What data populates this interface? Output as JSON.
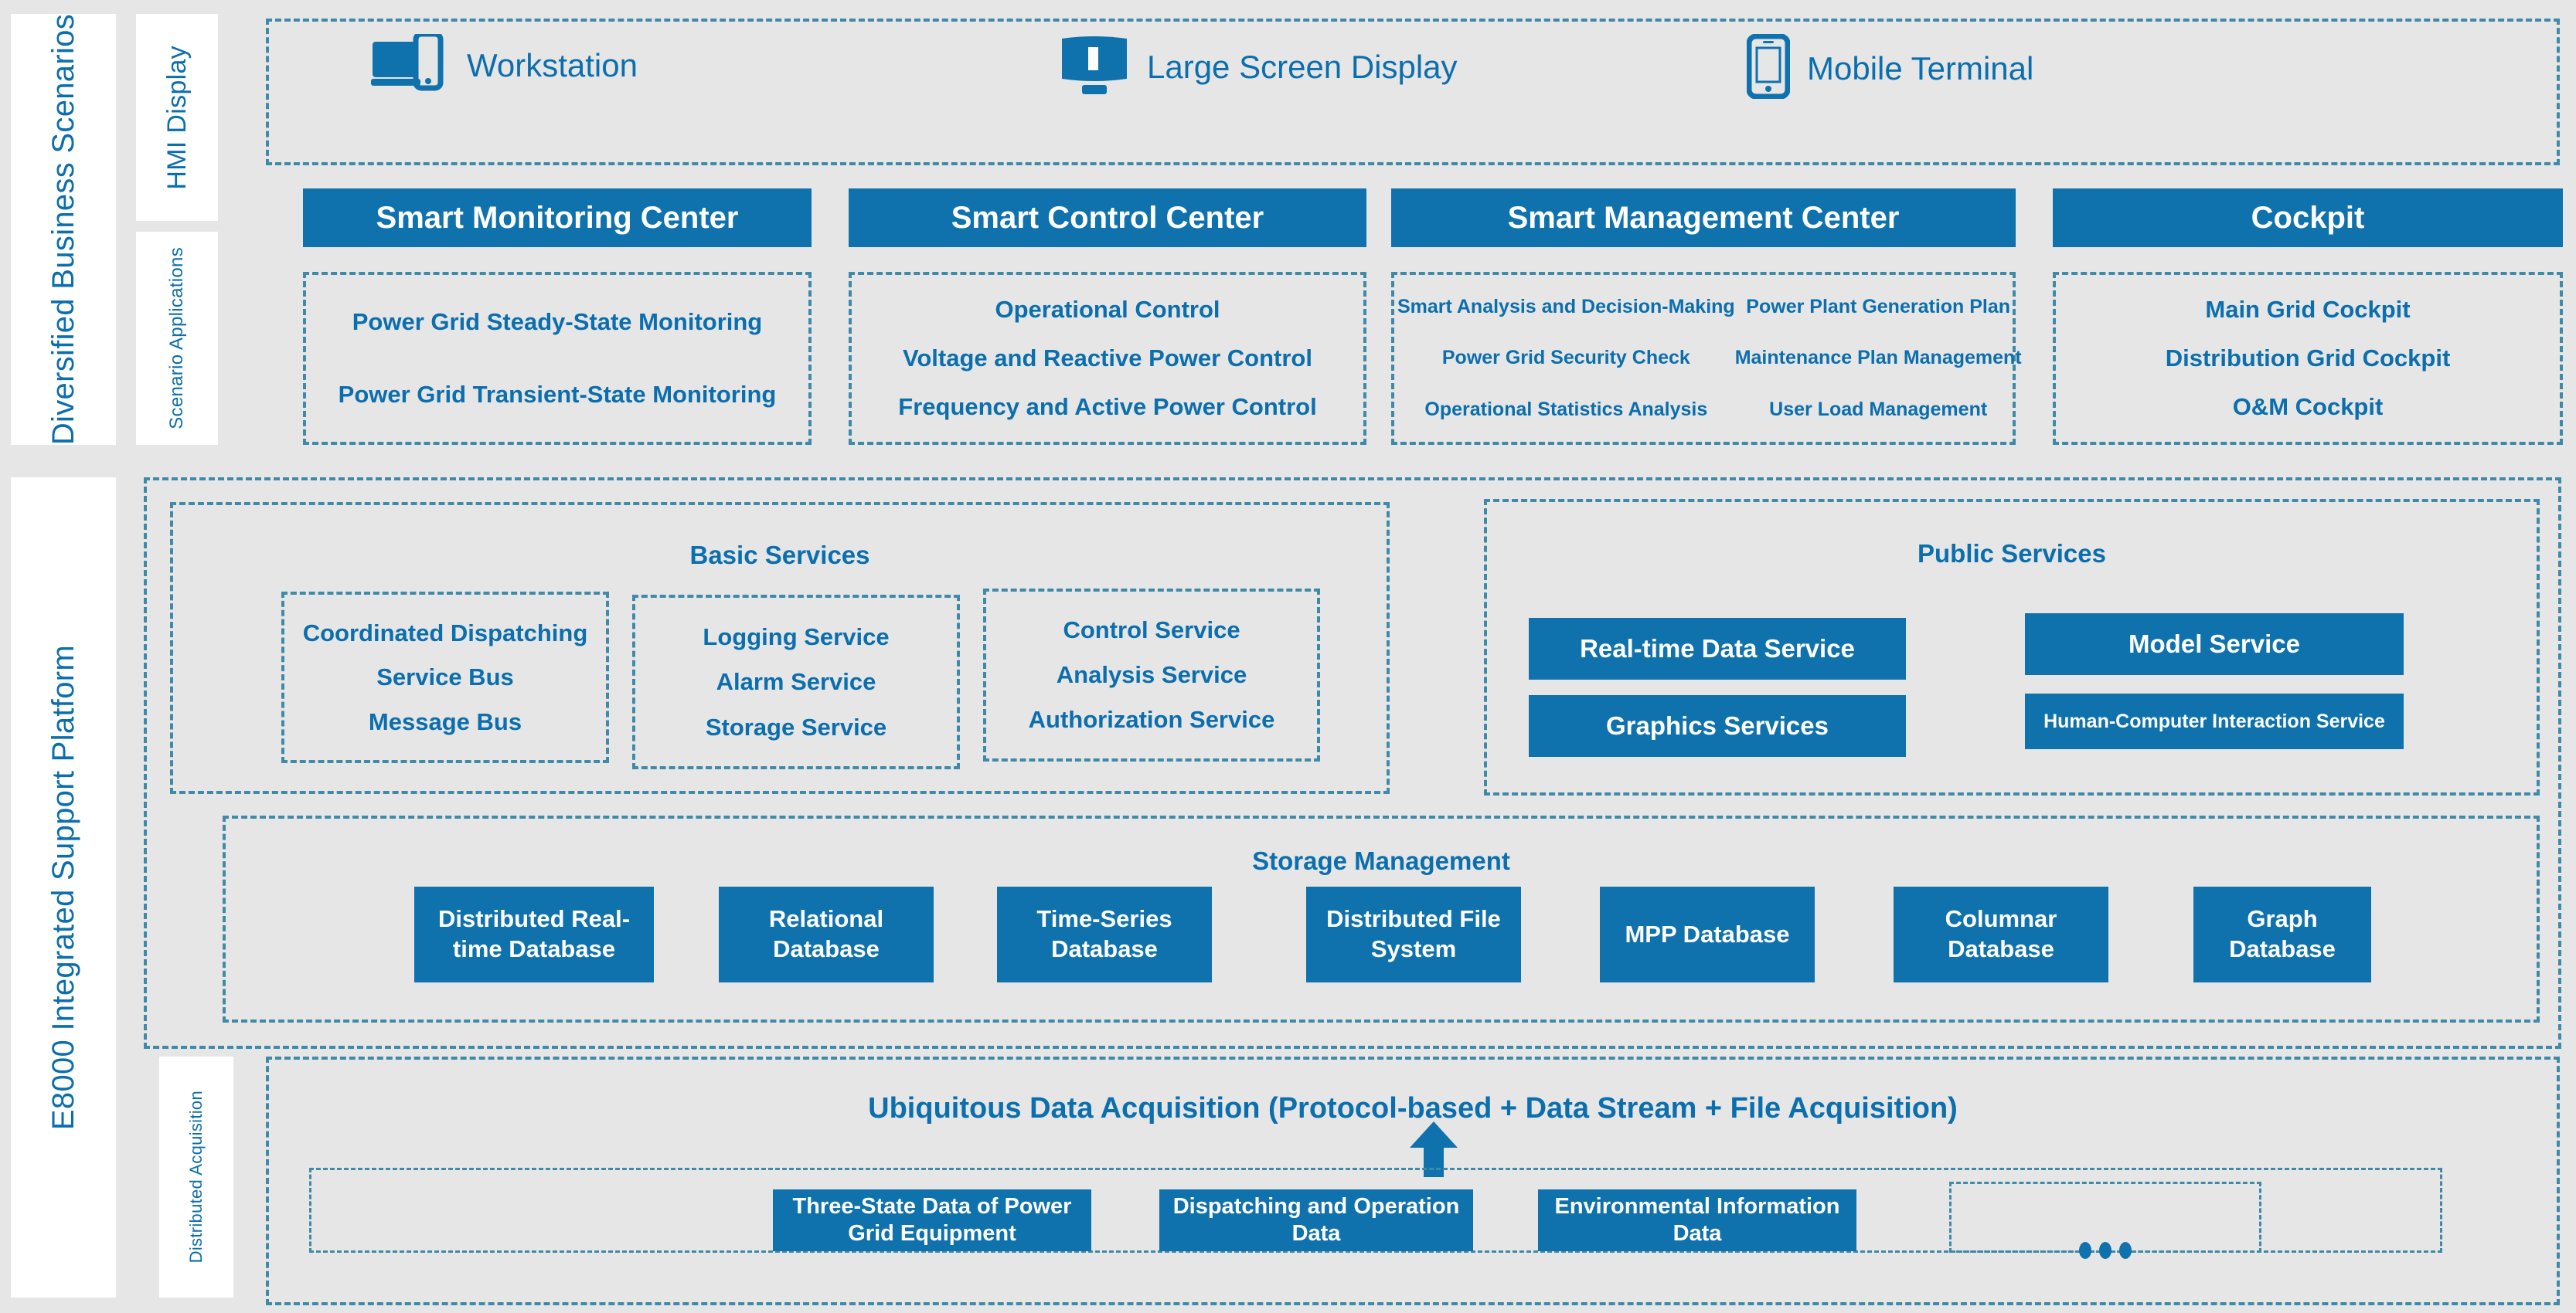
{
  "colors": {
    "brand_blue": "#0f72ad",
    "text_blue": "#0b6ead",
    "dash_border": "#3f8aa8",
    "panel_bg": "#e6e6e6",
    "chip_text": "#ffffff"
  },
  "rails": {
    "diversified_business_scenarios": "Diversified Business Scenarios",
    "e8000_platform": "E8000 Integrated Support Platform",
    "hmi_display": "HMI Display",
    "scenario_applications": "Scenario Applications",
    "distributed_acquisition": "Distributed Acquisition"
  },
  "hmi_devices": [
    {
      "icon": "workstation-icon",
      "label": "Workstation"
    },
    {
      "icon": "large-screen-display-icon",
      "label": "Large Screen Display"
    },
    {
      "icon": "mobile-terminal-icon",
      "label": "Mobile Terminal"
    }
  ],
  "scenario_columns": [
    {
      "title": "Smart Monitoring Center",
      "items": [
        "Power Grid Steady-State Monitoring",
        "Power Grid Transient-State Monitoring"
      ]
    },
    {
      "title": "Smart Control Center",
      "items": [
        "Operational Control",
        "Voltage and Reactive Power Control",
        "Frequency and Active Power Control"
      ]
    },
    {
      "title": "Smart Management Center",
      "items_left": [
        "Smart Analysis and Decision-Making",
        "Power Grid Security Check",
        "Operational Statistics Analysis"
      ],
      "items_right": [
        "Power Plant Generation Plan",
        "Maintenance Plan Management",
        "User Load Management"
      ]
    },
    {
      "title": "Cockpit",
      "items": [
        "Main Grid Cockpit",
        "Distribution Grid Cockpit",
        "O&M Cockpit"
      ]
    }
  ],
  "basic_services": {
    "title": "Basic Services",
    "groups": [
      {
        "items": [
          "Coordinated Dispatching",
          "Service Bus",
          "Message Bus"
        ]
      },
      {
        "items": [
          "Logging Service",
          "Alarm Service",
          "Storage Service"
        ]
      },
      {
        "items": [
          "Control Service",
          "Analysis Service",
          "Authorization Service"
        ]
      }
    ]
  },
  "public_services": {
    "title": "Public Services",
    "chips": [
      "Real-time Data Service",
      "Graphics Services",
      "Model Service",
      "Human-Computer Interaction Service"
    ]
  },
  "storage_management": {
    "title": "Storage Management",
    "databases": [
      "Distributed Real-time Database",
      "Relational Database",
      "Time-Series Database",
      "Distributed File System",
      "MPP Database",
      "Columnar Database",
      "Graph Database"
    ]
  },
  "acquisition": {
    "title": "Ubiquitous Data Acquisition (Protocol-based + Data Stream + File Acquisition)",
    "sources": [
      "Three-State Data of Power Grid Equipment",
      "Dispatching and Operation Data",
      "Environmental Information Data"
    ],
    "ellipsis": "…"
  }
}
